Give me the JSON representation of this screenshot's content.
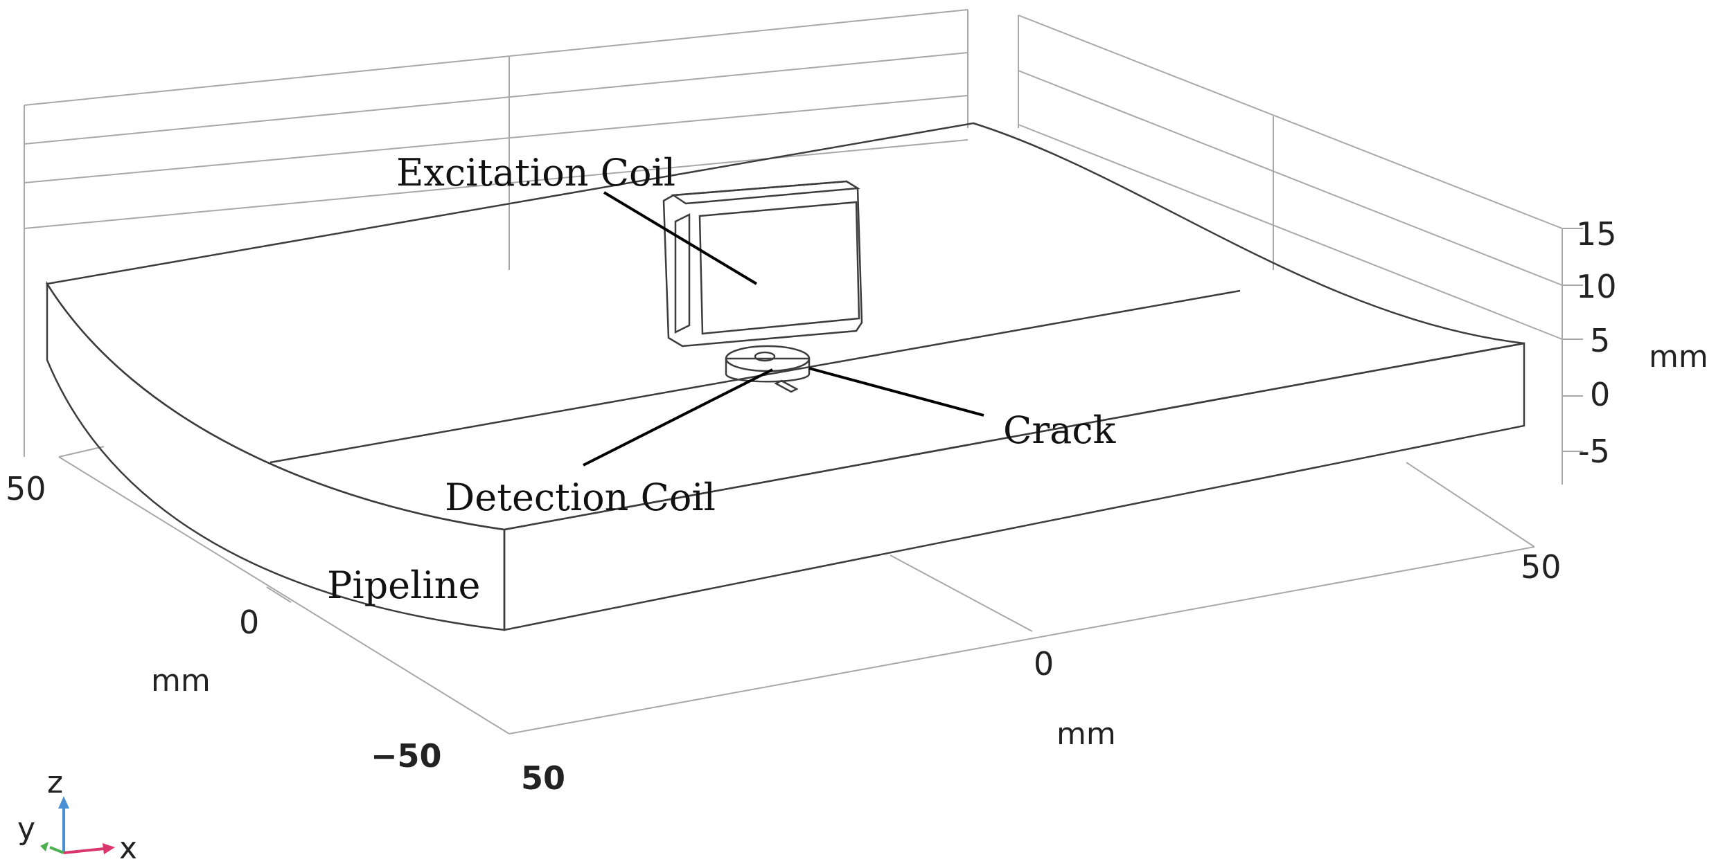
{
  "labels": {
    "excitation_coil": "Excitation Coil",
    "detection_coil": "Detection Coil",
    "crack": "Crack",
    "pipeline": "Pipeline"
  },
  "z_axis": {
    "ticks": [
      "15",
      "10",
      "5",
      "0",
      "-5"
    ],
    "unit": "mm"
  },
  "y_axis": {
    "ticks": [
      "50",
      "0",
      "−50"
    ],
    "unit": "mm"
  },
  "x_axis": {
    "ticks": [
      "50",
      "0"
    ],
    "unit": "mm",
    "corner_tick": "50"
  },
  "triad": {
    "x": "x",
    "y": "y",
    "z": "z"
  },
  "colors": {
    "surface_light": "#e2e2e2",
    "surface_dark": "#bdbdbd",
    "side_face": "#b8b8b8",
    "coil": "#a9a9a9",
    "triad_x": "#d9366b",
    "triad_z": "#4a8fd4",
    "triad_y": "#4caf50"
  }
}
